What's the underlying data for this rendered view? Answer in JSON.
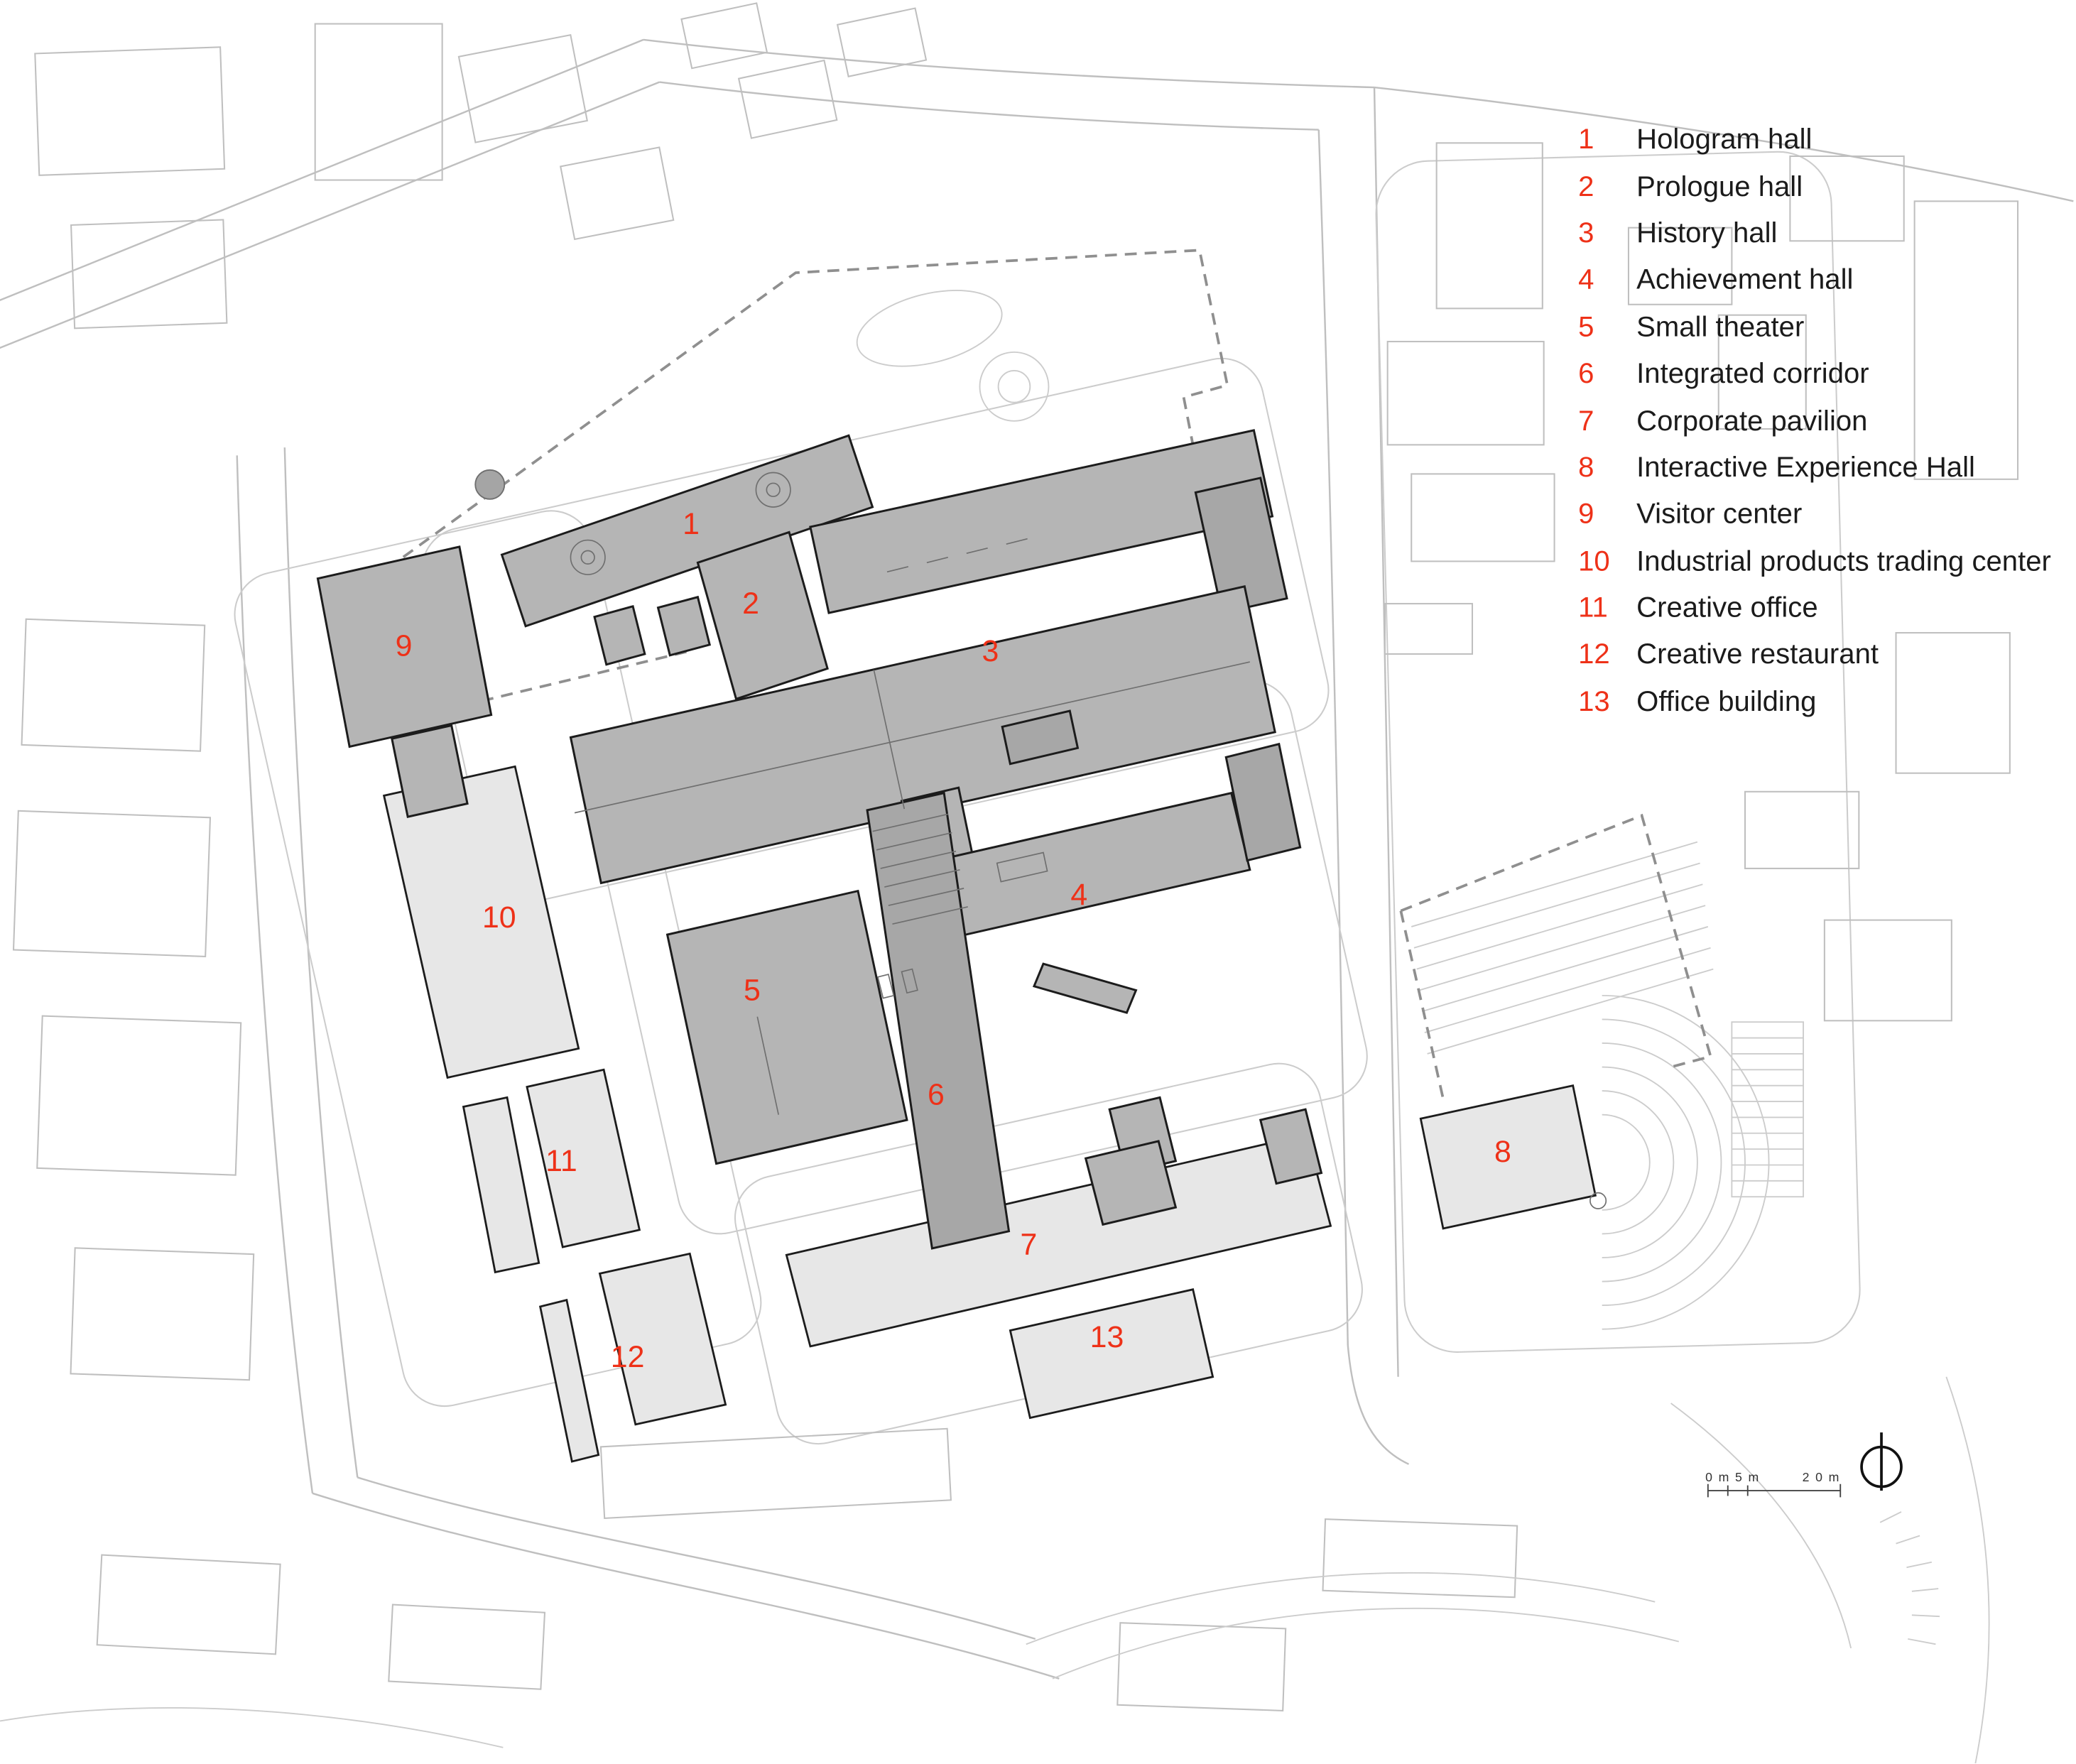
{
  "colors": {
    "accent": "#ee3118",
    "building-dark": "#b5b5b5",
    "building-light": "#e7e7e7",
    "outline": "#1c1c1c",
    "context": "#bfbfbf",
    "dashed": "#8f8f8f"
  },
  "legend": {
    "items": [
      {
        "num": "1",
        "label": "Hologram hall"
      },
      {
        "num": "2",
        "label": "Prologue hall"
      },
      {
        "num": "3",
        "label": "History hall"
      },
      {
        "num": "4",
        "label": "Achievement hall"
      },
      {
        "num": "5",
        "label": "Small theater"
      },
      {
        "num": "6",
        "label": "Integrated corridor"
      },
      {
        "num": "7",
        "label": "Corporate pavilion"
      },
      {
        "num": "8",
        "label": "Interactive Experience Hall"
      },
      {
        "num": "9",
        "label": "Visitor center"
      },
      {
        "num": "10",
        "label": "Industrial products trading center"
      },
      {
        "num": "11",
        "label": "Creative office"
      },
      {
        "num": "12",
        "label": "Creative restaurant"
      },
      {
        "num": "13",
        "label": "Office building"
      }
    ]
  },
  "plan": {
    "markers": [
      "1",
      "2",
      "3",
      "4",
      "5",
      "6",
      "7",
      "8",
      "9",
      "10",
      "11",
      "12",
      "13"
    ]
  },
  "scale_bar": {
    "start_label": "0 m 5 m",
    "end_label": "2 0 m"
  },
  "icons": {
    "north": "north-arrow-icon"
  }
}
